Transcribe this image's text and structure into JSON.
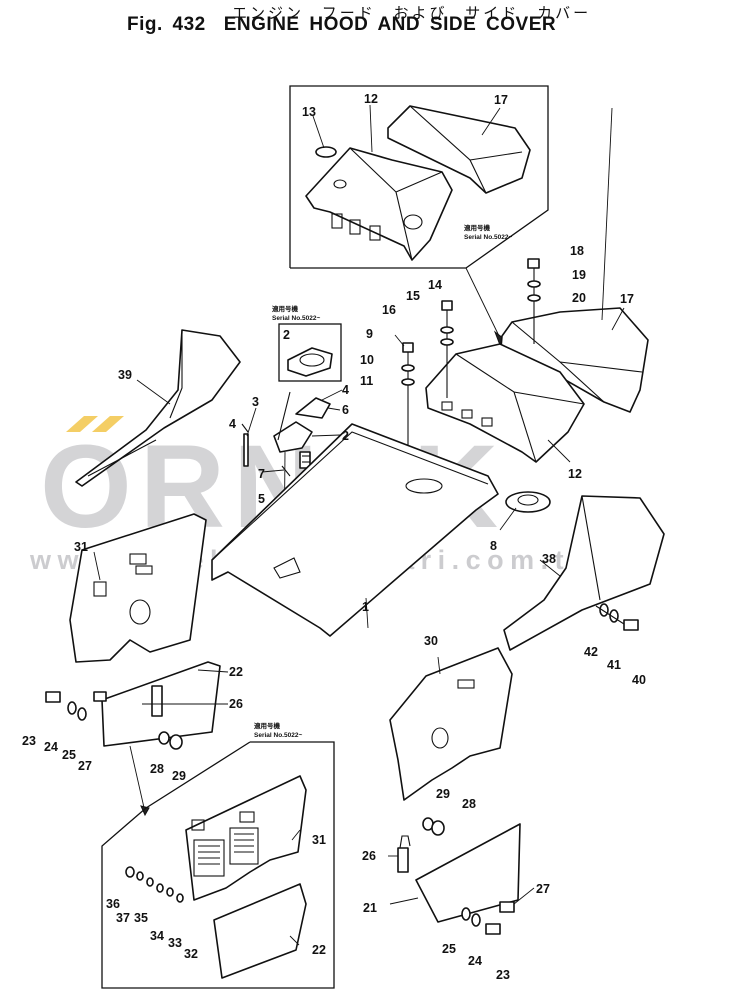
{
  "header": {
    "title_jp": "エンジン フード および サイド カバー",
    "fig_label": "Fig. 432",
    "title_en": "ENGINE HOOD AND SIDE COVER"
  },
  "watermark": {
    "brand": "ORNEK",
    "url": "www.orneksmakinalari.com.tr",
    "accent_color": "#f2c54a"
  },
  "serial_notes": [
    {
      "jp": "適用号機",
      "text": "Serial No.5022~"
    },
    {
      "jp": "適用号機",
      "text": "Serial No.5022~"
    },
    {
      "jp": "適用号機",
      "text": "Serial No.5022~"
    }
  ],
  "callouts": [
    "1",
    "2",
    "2",
    "3",
    "4",
    "4",
    "5",
    "6",
    "7",
    "8",
    "9",
    "10",
    "11",
    "12",
    "12",
    "13",
    "14",
    "15",
    "16",
    "17",
    "17",
    "18",
    "19",
    "20",
    "21",
    "22",
    "22",
    "23",
    "23",
    "24",
    "24",
    "25",
    "25",
    "26",
    "26",
    "27",
    "27",
    "28",
    "28",
    "29",
    "29",
    "30",
    "31",
    "31",
    "32",
    "33",
    "34",
    "35",
    "36",
    "37",
    "38",
    "39",
    "40",
    "41",
    "42"
  ]
}
